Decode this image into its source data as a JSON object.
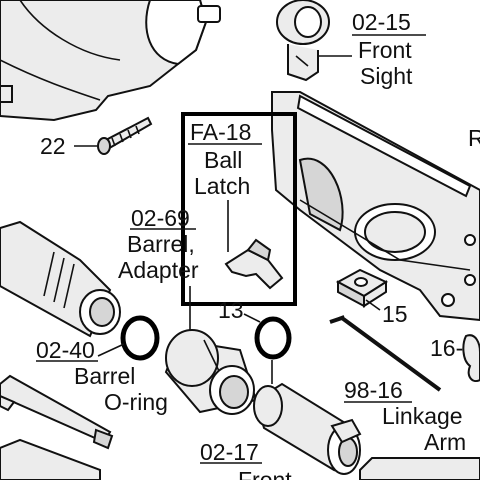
{
  "parts": {
    "front_sight": {
      "number": "02-15",
      "line1": "Front",
      "line2": "Sight"
    },
    "screw": {
      "number": "22"
    },
    "ball_latch": {
      "number": "FA-18",
      "line1": "Ball",
      "line2": "Latch"
    },
    "barrel_adapter": {
      "number": "02-69",
      "line1": "Barrel,",
      "line2": "Adapter"
    },
    "barrel_oring": {
      "number": "02-40",
      "line1": "Barrel",
      "line2": "O-ring"
    },
    "oring_13": {
      "number": "13"
    },
    "part_15": {
      "number": "15"
    },
    "part_16": {
      "number": "16-"
    },
    "linkage_arm": {
      "number": "98-16",
      "line1": "Linkage",
      "line2": "Arm"
    },
    "front_bottom": {
      "number": "02-17",
      "line1": "Front"
    },
    "right_edge_partial": {
      "text": "R"
    }
  },
  "colors": {
    "highlight_box": "#000000",
    "part_fill": "#ececec",
    "ink": "#111111"
  }
}
